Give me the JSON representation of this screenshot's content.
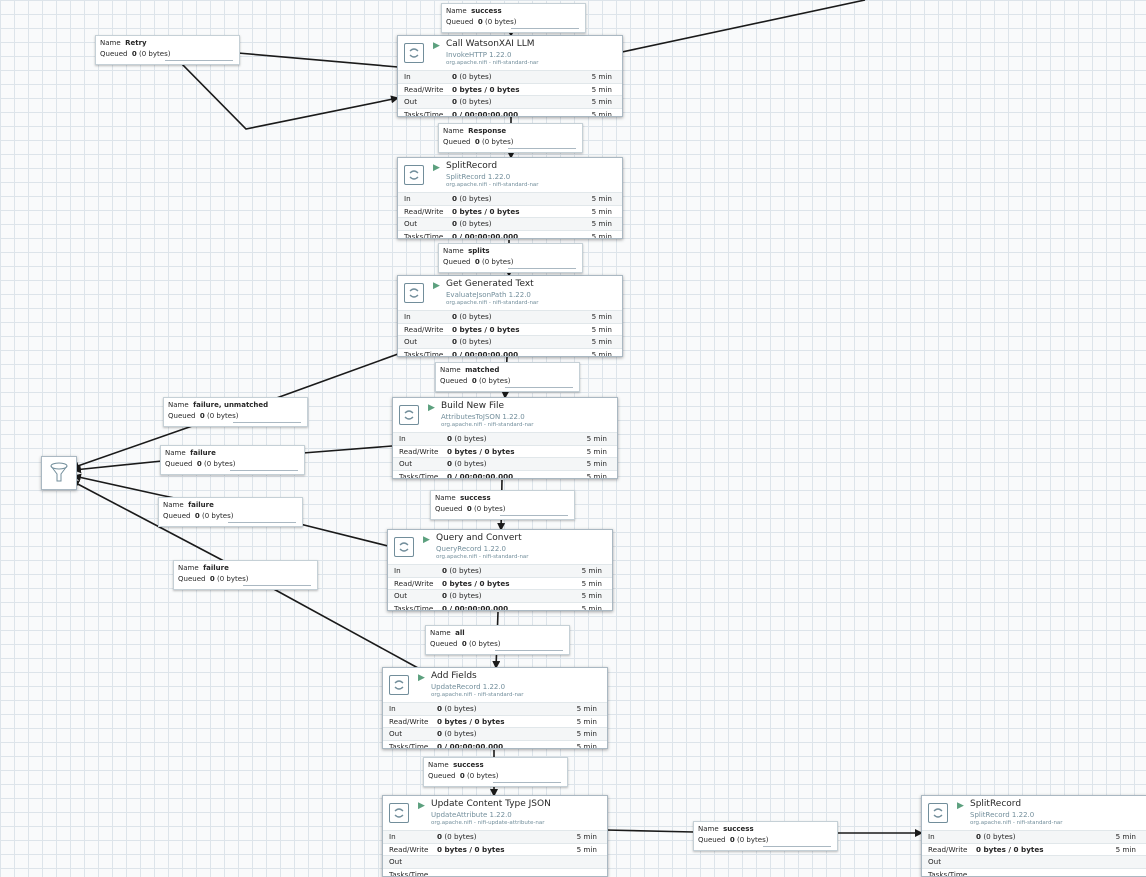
{
  "processors": [
    {
      "name": "Call WatsonXAI LLM",
      "type": "InvokeHTTP 1.22.0",
      "bundle": "org.apache.nifi - nifi-standard-nar",
      "in_val": "0",
      "in_extra": "(0 bytes)",
      "in_time": "5 min",
      "rw_val": "0 bytes / 0 bytes",
      "rw_time": "5 min",
      "out_val": "0",
      "out_extra": "(0 bytes)",
      "out_time": "5 min",
      "tasks_val": "0 / 00:00:00.000",
      "tasks_time": "5 min"
    },
    {
      "name": "SplitRecord",
      "type": "SplitRecord 1.22.0",
      "bundle": "org.apache.nifi - nifi-standard-nar",
      "in_val": "0",
      "in_extra": "(0 bytes)",
      "in_time": "5 min",
      "rw_val": "0 bytes / 0 bytes",
      "rw_time": "5 min",
      "out_val": "0",
      "out_extra": "(0 bytes)",
      "out_time": "5 min",
      "tasks_val": "0 / 00:00:00.000",
      "tasks_time": "5 min"
    },
    {
      "name": "Get Generated Text",
      "type": "EvaluateJsonPath 1.22.0",
      "bundle": "org.apache.nifi - nifi-standard-nar",
      "in_val": "0",
      "in_extra": "(0 bytes)",
      "in_time": "5 min",
      "rw_val": "0 bytes / 0 bytes",
      "rw_time": "5 min",
      "out_val": "0",
      "out_extra": "(0 bytes)",
      "out_time": "5 min",
      "tasks_val": "0 / 00:00:00.000",
      "tasks_time": "5 min"
    },
    {
      "name": "Build New File",
      "type": "AttributesToJSON 1.22.0",
      "bundle": "org.apache.nifi - nifi-standard-nar",
      "in_val": "0",
      "in_extra": "(0 bytes)",
      "in_time": "5 min",
      "rw_val": "0 bytes / 0 bytes",
      "rw_time": "5 min",
      "out_val": "0",
      "out_extra": "(0 bytes)",
      "out_time": "5 min",
      "tasks_val": "0 / 00:00:00.000",
      "tasks_time": "5 min"
    },
    {
      "name": "Query and Convert",
      "type": "QueryRecord 1.22.0",
      "bundle": "org.apache.nifi - nifi-standard-nar",
      "in_val": "0",
      "in_extra": "(0 bytes)",
      "in_time": "5 min",
      "rw_val": "0 bytes / 0 bytes",
      "rw_time": "5 min",
      "out_val": "0",
      "out_extra": "(0 bytes)",
      "out_time": "5 min",
      "tasks_val": "0 / 00:00:00.000",
      "tasks_time": "5 min"
    },
    {
      "name": "Add Fields",
      "type": "UpdateRecord 1.22.0",
      "bundle": "org.apache.nifi - nifi-standard-nar",
      "in_val": "0",
      "in_extra": "(0 bytes)",
      "in_time": "5 min",
      "rw_val": "0 bytes / 0 bytes",
      "rw_time": "5 min",
      "out_val": "0",
      "out_extra": "(0 bytes)",
      "out_time": "5 min",
      "tasks_val": "0 / 00:00:00.000",
      "tasks_time": "5 min"
    },
    {
      "name": "Update Content Type JSON",
      "type": "UpdateAttribute 1.22.0",
      "bundle": "org.apache.nifi - nifi-update-attribute-nar",
      "in_val": "0",
      "in_extra": "(0 bytes)",
      "in_time": "5 min",
      "rw_val": "0 bytes / 0 bytes",
      "rw_time": "5 min",
      "out_val": "",
      "out_extra": "",
      "out_time": "",
      "tasks_val": "",
      "tasks_time": ""
    },
    {
      "name": "SplitRecord",
      "type": "SplitRecord 1.22.0",
      "bundle": "org.apache.nifi - nifi-standard-nar",
      "in_val": "0",
      "in_extra": "(0 bytes)",
      "in_time": "5 min",
      "rw_val": "0 bytes / 0 bytes",
      "rw_time": "5 min",
      "out_val": "",
      "out_extra": "",
      "out_time": "",
      "tasks_val": "",
      "tasks_time": ""
    }
  ],
  "row_labels": {
    "in": "In",
    "rw": "Read/Write",
    "out": "Out",
    "tasks": "Tasks/Time"
  },
  "conn_labels": {
    "name": "Name",
    "queued": "Queued"
  },
  "connections": [
    {
      "name": "success",
      "queued": "0",
      "bytes": "(0 bytes)"
    },
    {
      "name": "Retry",
      "queued": "0",
      "bytes": "(0 bytes)"
    },
    {
      "name": "Response",
      "queued": "0",
      "bytes": "(0 bytes)"
    },
    {
      "name": "splits",
      "queued": "0",
      "bytes": "(0 bytes)"
    },
    {
      "name": "matched",
      "queued": "0",
      "bytes": "(0 bytes)"
    },
    {
      "name": "failure, unmatched",
      "queued": "0",
      "bytes": "(0 bytes)"
    },
    {
      "name": "failure",
      "queued": "0",
      "bytes": "(0 bytes)"
    },
    {
      "name": "success",
      "queued": "0",
      "bytes": "(0 bytes)"
    },
    {
      "name": "failure",
      "queued": "0",
      "bytes": "(0 bytes)"
    },
    {
      "name": "failure",
      "queued": "0",
      "bytes": "(0 bytes)"
    },
    {
      "name": "all",
      "queued": "0",
      "bytes": "(0 bytes)"
    },
    {
      "name": "success",
      "queued": "0",
      "bytes": "(0 bytes)"
    },
    {
      "name": "success",
      "queued": "0",
      "bytes": "(0 bytes)"
    }
  ],
  "funnel": {
    "icon": "funnel-icon"
  },
  "icons": {
    "processor": "processor-icon",
    "running": "running-icon"
  }
}
